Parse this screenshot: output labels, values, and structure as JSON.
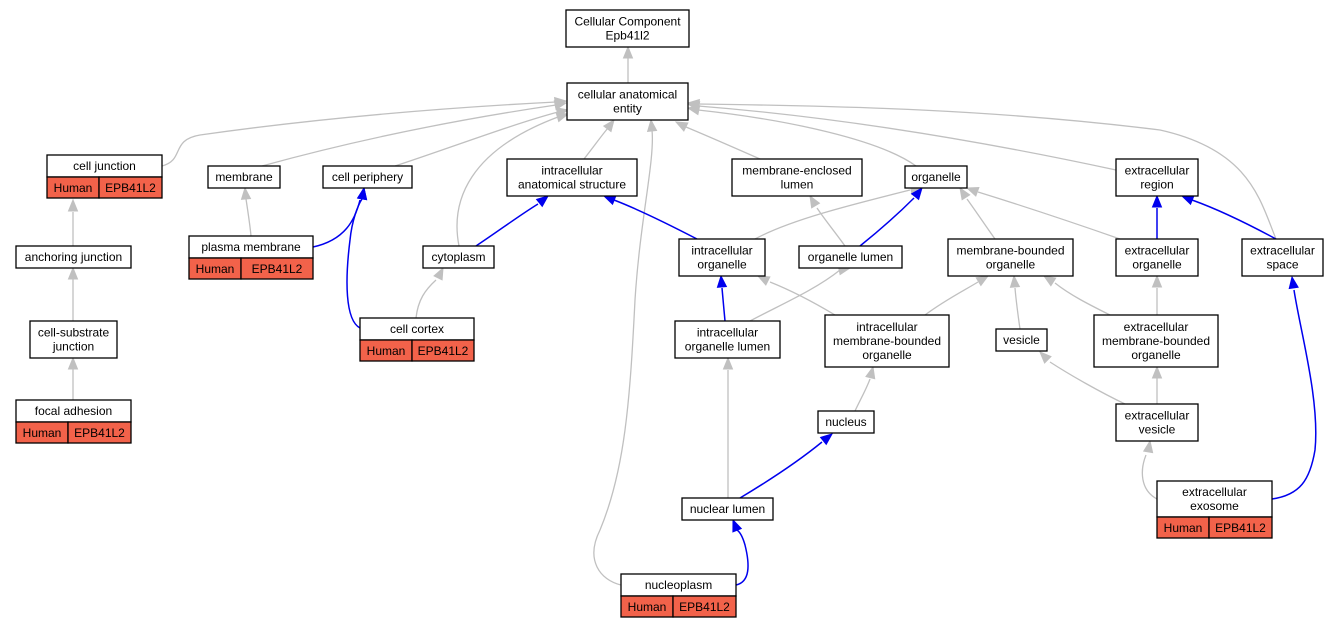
{
  "graph": {
    "title": "Cellular Component Epb41l2",
    "colors": {
      "annotation_fill": "#f2624a",
      "edge_is_a": "#c0c0c0",
      "edge_part_of": "#0000ee",
      "node_fill": "#ffffff"
    },
    "nodes": [
      {
        "id": "root",
        "lines": [
          "Cellular Component",
          "Epb41l2"
        ]
      },
      {
        "id": "cae",
        "lines": [
          "cellular anatomical",
          "entity"
        ]
      },
      {
        "id": "celljunction",
        "lines": [
          "cell junction"
        ],
        "annotation": [
          "Human",
          "EPB41L2"
        ]
      },
      {
        "id": "membrane",
        "lines": [
          "membrane"
        ]
      },
      {
        "id": "cellperiphery",
        "lines": [
          "cell periphery"
        ]
      },
      {
        "id": "ias",
        "lines": [
          "intracellular",
          "anatomical structure"
        ]
      },
      {
        "id": "mel",
        "lines": [
          "membrane-enclosed",
          "lumen"
        ]
      },
      {
        "id": "organelle",
        "lines": [
          "organelle"
        ]
      },
      {
        "id": "extraregion",
        "lines": [
          "extracellular",
          "region"
        ]
      },
      {
        "id": "anchoring",
        "lines": [
          "anchoring junction"
        ]
      },
      {
        "id": "plasmamembrane",
        "lines": [
          "plasma membrane"
        ],
        "annotation": [
          "Human",
          "EPB41L2"
        ]
      },
      {
        "id": "cytoplasm",
        "lines": [
          "cytoplasm"
        ]
      },
      {
        "id": "intraorganelle",
        "lines": [
          "intracellular",
          "organelle"
        ]
      },
      {
        "id": "organellelumen",
        "lines": [
          "organelle lumen"
        ]
      },
      {
        "id": "mbo",
        "lines": [
          "membrane-bounded",
          "organelle"
        ]
      },
      {
        "id": "extraorganelle",
        "lines": [
          "extracellular",
          "organelle"
        ]
      },
      {
        "id": "extraspace",
        "lines": [
          "extracellular",
          "space"
        ]
      },
      {
        "id": "csj",
        "lines": [
          "cell-substrate",
          "junction"
        ]
      },
      {
        "id": "cellcortex",
        "lines": [
          "cell cortex"
        ],
        "annotation": [
          "Human",
          "EPB41L2"
        ]
      },
      {
        "id": "iol",
        "lines": [
          "intracellular",
          "organelle lumen"
        ]
      },
      {
        "id": "imbo",
        "lines": [
          "intracellular",
          "membrane-bounded",
          "organelle"
        ]
      },
      {
        "id": "vesicle",
        "lines": [
          "vesicle"
        ]
      },
      {
        "id": "embo",
        "lines": [
          "extracellular",
          "membrane-bounded",
          "organelle"
        ]
      },
      {
        "id": "focaladhesion",
        "lines": [
          "focal adhesion"
        ],
        "annotation": [
          "Human",
          "EPB41L2"
        ]
      },
      {
        "id": "nucleus",
        "lines": [
          "nucleus"
        ]
      },
      {
        "id": "extravesicle",
        "lines": [
          "extracellular",
          "vesicle"
        ]
      },
      {
        "id": "nuclearlumen",
        "lines": [
          "nuclear lumen"
        ]
      },
      {
        "id": "exosome",
        "lines": [
          "extracellular",
          "exosome"
        ],
        "annotation": [
          "Human",
          "EPB41L2"
        ]
      },
      {
        "id": "nucleoplasm",
        "lines": [
          "nucleoplasm"
        ],
        "annotation": [
          "Human",
          "EPB41L2"
        ]
      }
    ],
    "edges": [
      {
        "from": "cae",
        "to": "root",
        "type": "is_a"
      },
      {
        "from": "celljunction",
        "to": "cae",
        "type": "is_a"
      },
      {
        "from": "membrane",
        "to": "cae",
        "type": "is_a"
      },
      {
        "from": "cellperiphery",
        "to": "cae",
        "type": "is_a"
      },
      {
        "from": "cytoplasm",
        "to": "cae",
        "type": "is_a"
      },
      {
        "from": "ias",
        "to": "cae",
        "type": "is_a"
      },
      {
        "from": "nucleoplasm",
        "to": "cae",
        "type": "is_a"
      },
      {
        "from": "mel",
        "to": "cae",
        "type": "is_a"
      },
      {
        "from": "organelle",
        "to": "cae",
        "type": "is_a"
      },
      {
        "from": "extraregion",
        "to": "cae",
        "type": "is_a"
      },
      {
        "from": "extraspace",
        "to": "cae",
        "type": "is_a"
      },
      {
        "from": "anchoring",
        "to": "celljunction",
        "type": "is_a"
      },
      {
        "from": "csj",
        "to": "anchoring",
        "type": "is_a"
      },
      {
        "from": "focaladhesion",
        "to": "csj",
        "type": "is_a"
      },
      {
        "from": "plasmamembrane",
        "to": "membrane",
        "type": "is_a"
      },
      {
        "from": "plasmamembrane",
        "to": "cellperiphery",
        "type": "part_of"
      },
      {
        "from": "cellcortex",
        "to": "cellperiphery",
        "type": "part_of"
      },
      {
        "from": "cellcortex",
        "to": "cytoplasm",
        "type": "is_a"
      },
      {
        "from": "cytoplasm",
        "to": "ias",
        "type": "part_of"
      },
      {
        "from": "intraorganelle",
        "to": "ias",
        "type": "part_of"
      },
      {
        "from": "intraorganelle",
        "to": "organelle",
        "type": "is_a"
      },
      {
        "from": "organellelumen",
        "to": "mel",
        "type": "is_a"
      },
      {
        "from": "organellelumen",
        "to": "organelle",
        "type": "part_of"
      },
      {
        "from": "mbo",
        "to": "organelle",
        "type": "is_a"
      },
      {
        "from": "extraorganelle",
        "to": "organelle",
        "type": "is_a"
      },
      {
        "from": "extraorganelle",
        "to": "extraregion",
        "type": "part_of"
      },
      {
        "from": "extraspace",
        "to": "extraregion",
        "type": "part_of"
      },
      {
        "from": "iol",
        "to": "intraorganelle",
        "type": "part_of"
      },
      {
        "from": "iol",
        "to": "organellelumen",
        "type": "is_a"
      },
      {
        "from": "imbo",
        "to": "intraorganelle",
        "type": "is_a"
      },
      {
        "from": "imbo",
        "to": "mbo",
        "type": "is_a"
      },
      {
        "from": "vesicle",
        "to": "mbo",
        "type": "is_a"
      },
      {
        "from": "embo",
        "to": "mbo",
        "type": "is_a"
      },
      {
        "from": "embo",
        "to": "extraorganelle",
        "type": "is_a"
      },
      {
        "from": "nucleus",
        "to": "imbo",
        "type": "is_a"
      },
      {
        "from": "nuclearlumen",
        "to": "iol",
        "type": "is_a"
      },
      {
        "from": "nuclearlumen",
        "to": "nucleus",
        "type": "part_of"
      },
      {
        "from": "nucleoplasm",
        "to": "nuclearlumen",
        "type": "part_of"
      },
      {
        "from": "extravesicle",
        "to": "vesicle",
        "type": "is_a"
      },
      {
        "from": "extravesicle",
        "to": "embo",
        "type": "is_a"
      },
      {
        "from": "exosome",
        "to": "extravesicle",
        "type": "is_a"
      },
      {
        "from": "exosome",
        "to": "extraspace",
        "type": "part_of"
      }
    ]
  }
}
